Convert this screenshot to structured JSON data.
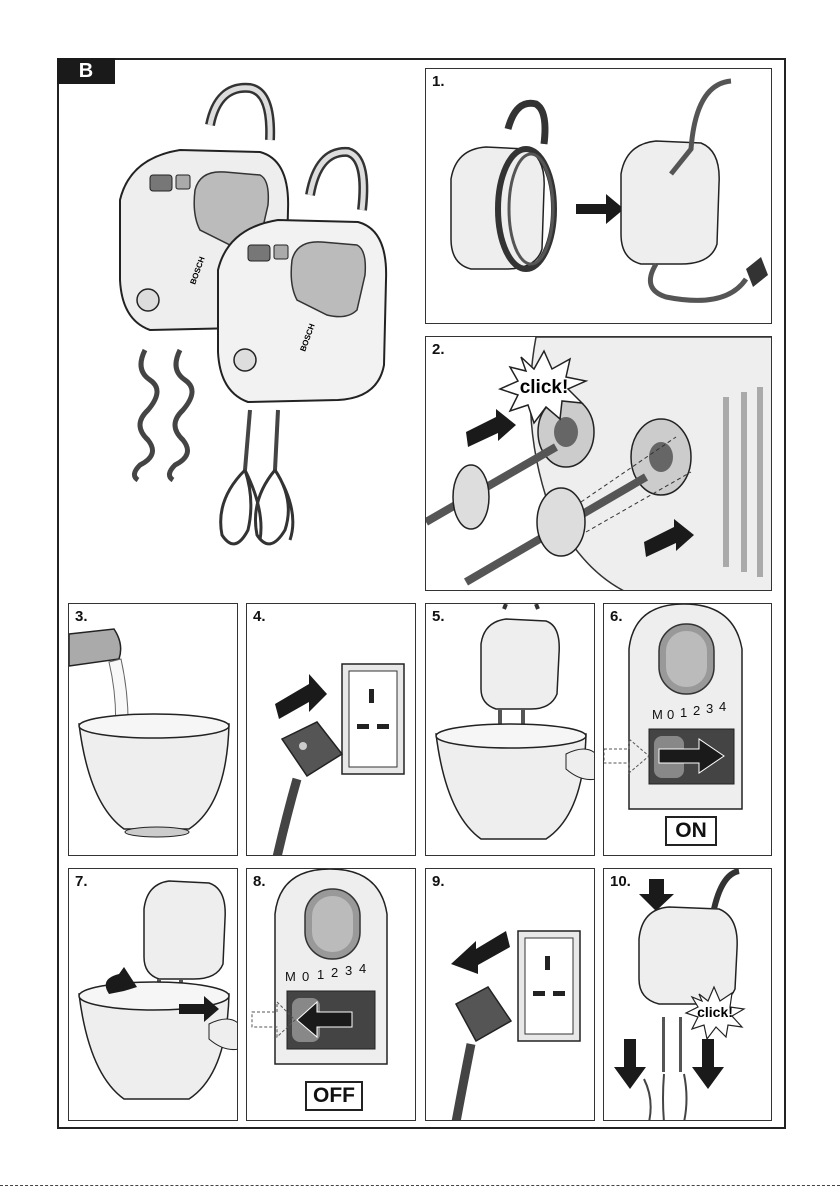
{
  "section": {
    "label": "B"
  },
  "steps": [
    {
      "number": "1."
    },
    {
      "number": "2.",
      "callout": "click!"
    },
    {
      "number": "3."
    },
    {
      "number": "4."
    },
    {
      "number": "5."
    },
    {
      "number": "6.",
      "state": "ON"
    },
    {
      "number": "7."
    },
    {
      "number": "8.",
      "state": "OFF"
    },
    {
      "number": "9."
    },
    {
      "number": "10.",
      "callout": "click!"
    }
  ],
  "speed_scale": [
    "M",
    "0",
    "1",
    "2",
    "3",
    "4"
  ],
  "brand": "BOSCH",
  "colors": {
    "outline": "#222222",
    "grey_light": "#e6e6e6",
    "grey_mid": "#9a9a9a",
    "grey_dark": "#4a4a4a",
    "arrow": "#1a1a1a"
  }
}
